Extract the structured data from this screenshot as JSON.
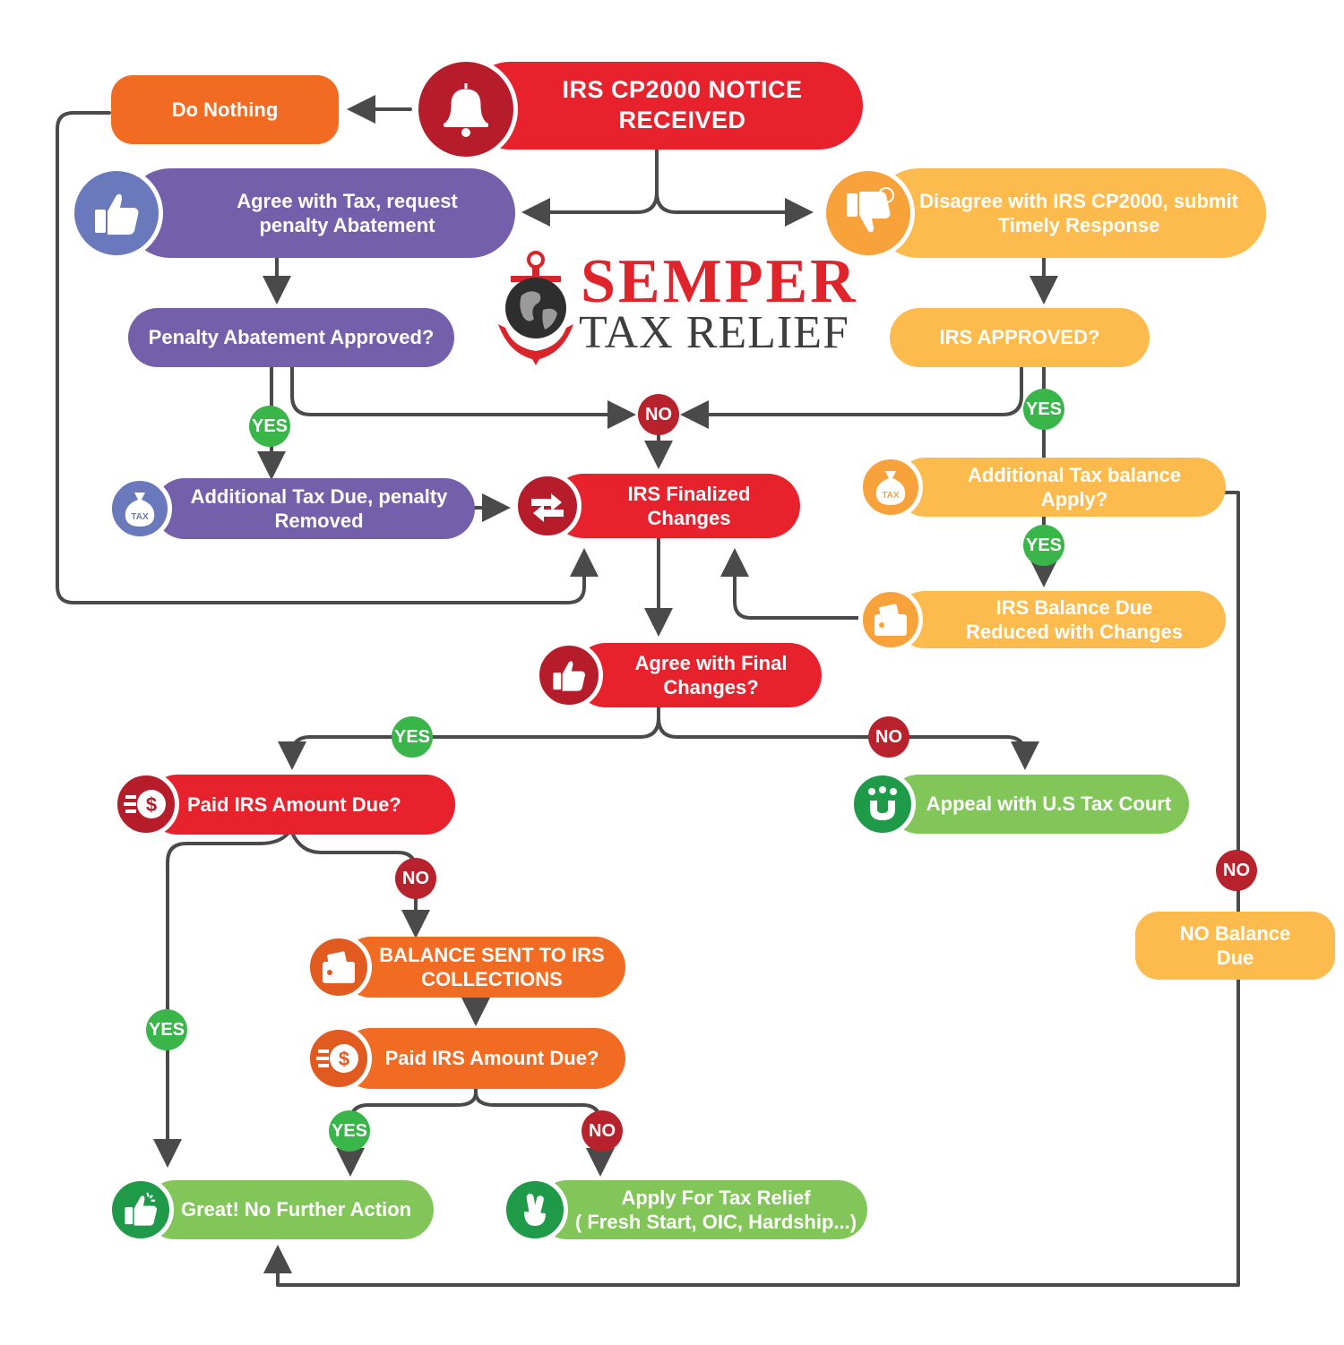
{
  "colors": {
    "red": "#E8222D",
    "orange": "#F26B22",
    "purple": "#7460AA",
    "yellow": "#FCBB4C",
    "green": "#82C65A",
    "connector": "#4A4A4A",
    "yes_badge": "#3AB54A",
    "no_badge": "#B8222D"
  },
  "logo": {
    "line1": "SEMPER",
    "line2": "TAX RELIEF",
    "icon": "anchor-globe-icon"
  },
  "nodes": {
    "cp2000": {
      "label": "IRS CP2000 NOTICE RECEIVED",
      "icon": "bell-icon"
    },
    "do_nothing": {
      "label": "Do Nothing"
    },
    "agree_tax": {
      "label": "Agree with Tax, request penalty Abatement",
      "icon": "thumbs-up-icon"
    },
    "disagree": {
      "label": "Disagree with IRS CP2000, submit Timely Response",
      "icon": "thumbs-down-icon"
    },
    "penalty_approved": {
      "label": "Penalty Abatement Approved?"
    },
    "irs_approved": {
      "label": "IRS APPROVED?"
    },
    "add_tax_due": {
      "label": "Additional Tax Due, penalty Removed",
      "icon": "tax-bag-icon"
    },
    "irs_finalized": {
      "label": "IRS Finalized Changes",
      "icon": "exchange-arrows-icon"
    },
    "add_tax_balance": {
      "label": "Additional Tax balance Apply?",
      "icon": "tax-bag-icon"
    },
    "balance_reduced": {
      "label": "IRS Balance Due Reduced with Changes",
      "icon": "wallet-icon"
    },
    "agree_final": {
      "label": "Agree with Final Changes?",
      "icon": "thumbs-up-icon"
    },
    "paid_1": {
      "label": "Paid IRS Amount Due?",
      "icon": "dollar-coin-icon"
    },
    "appeal": {
      "label": "Appeal with U.S Tax Court",
      "icon": "magnet-people-icon"
    },
    "no_balance": {
      "label": "NO Balance Due"
    },
    "collections": {
      "label": "BALANCE SENT TO IRS COLLECTIONS",
      "icon": "wallet-icon"
    },
    "paid_2": {
      "label": "Paid IRS Amount Due?",
      "icon": "dollar-coin-icon"
    },
    "great": {
      "label": "Great! No Further Action",
      "icon": "thumbs-up-sparkle-icon"
    },
    "tax_relief": {
      "label_line1": "Apply For Tax Relief",
      "label_line2": "( Fresh Start, OIC, Hardship...)",
      "icon": "crossed-fingers-icon"
    }
  },
  "badges": {
    "yes": "YES",
    "no": "NO"
  }
}
